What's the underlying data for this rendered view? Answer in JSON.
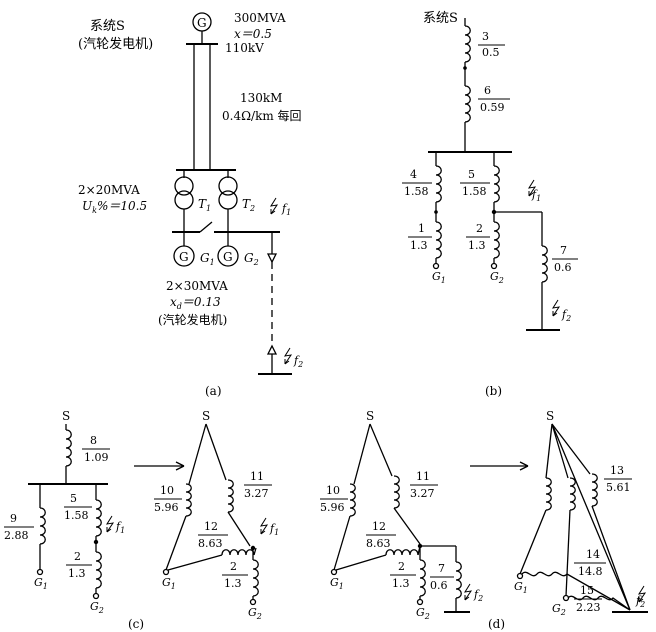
{
  "panel_a": {
    "caption": "(a)",
    "system_name": "系统S",
    "system_sub": "(汽轮发电机)",
    "system_rating": "300MVA",
    "system_x": "x＝0.5",
    "bus_voltage": "110kV",
    "line_length": "130kM",
    "line_param": "0.4Ω/km 每回",
    "trans_rating": "2×20MVA",
    "trans_uk": "U",
    "trans_uk_sub": "k",
    "trans_uk_val": "%＝10.5",
    "t1": "T",
    "t1_sub": "1",
    "t2": "T",
    "t2_sub": "2",
    "gen_symbol": "G",
    "g1": "G",
    "g1_sub": "1",
    "g2": "G",
    "g2_sub": "2",
    "gen_rating": "2×30MVA",
    "gen_xd": "x",
    "gen_xd_sub": "d",
    "gen_xd_val": "＝0.13",
    "gen_sub": "(汽轮发电机)",
    "f1": "f",
    "f1_sub": "1",
    "f2": "f",
    "f2_sub": "2"
  },
  "panel_b": {
    "caption": "(b)",
    "system_name": "系统S",
    "x3": {
      "n": "3",
      "v": "0.5"
    },
    "x6": {
      "n": "6",
      "v": "0.59"
    },
    "x4": {
      "n": "4",
      "v": "1.58"
    },
    "x5": {
      "n": "5",
      "v": "1.58"
    },
    "x1": {
      "n": "1",
      "v": "1.3"
    },
    "x2": {
      "n": "2",
      "v": "1.3"
    },
    "x7": {
      "n": "7",
      "v": "0.6"
    },
    "g1": "G",
    "g1_sub": "1",
    "g2": "G",
    "g2_sub": "2",
    "f1": "f",
    "f1_sub": "1",
    "f2": "f",
    "f2_sub": "2"
  },
  "panel_c": {
    "caption": "(c)",
    "s": "S",
    "x8": {
      "n": "8",
      "v": "1.09"
    },
    "x9": {
      "n": "9",
      "v": "2.88"
    },
    "x5": {
      "n": "5",
      "v": "1.58"
    },
    "x2": {
      "n": "2",
      "v": "1.3"
    },
    "g1": "G",
    "g1_sub": "1",
    "g2": "G",
    "g2_sub": "2",
    "f1": "f",
    "f1_sub": "1",
    "right": {
      "s": "S",
      "x10": {
        "n": "10",
        "v": "5.96"
      },
      "x11": {
        "n": "11",
        "v": "3.27"
      },
      "x12": {
        "n": "12",
        "v": "8.63"
      },
      "x2": {
        "n": "2",
        "v": "1.3"
      },
      "g1": "G",
      "g1_sub": "1",
      "g2": "G",
      "g2_sub": "2",
      "f1": "f",
      "f1_sub": "1"
    }
  },
  "panel_d": {
    "caption": "(d)",
    "s": "S",
    "x10": {
      "n": "10",
      "v": "5.96"
    },
    "x11": {
      "n": "11",
      "v": "3.27"
    },
    "x12": {
      "n": "12",
      "v": "8.63"
    },
    "x2": {
      "n": "2",
      "v": "1.3"
    },
    "x7": {
      "n": "7",
      "v": "0.6"
    },
    "g1": "G",
    "g1_sub": "1",
    "g2": "G",
    "g2_sub": "2",
    "f2": "f",
    "f2_sub": "2",
    "right": {
      "s": "S",
      "x13": {
        "n": "13",
        "v": "5.61"
      },
      "x14": {
        "n": "14",
        "v": "14.8"
      },
      "x15": {
        "n": "15",
        "v": "2.23"
      },
      "g1": "G",
      "g1_sub": "1",
      "g2": "G",
      "g2_sub": "2",
      "f2": "f",
      "f2_sub": "2"
    }
  }
}
